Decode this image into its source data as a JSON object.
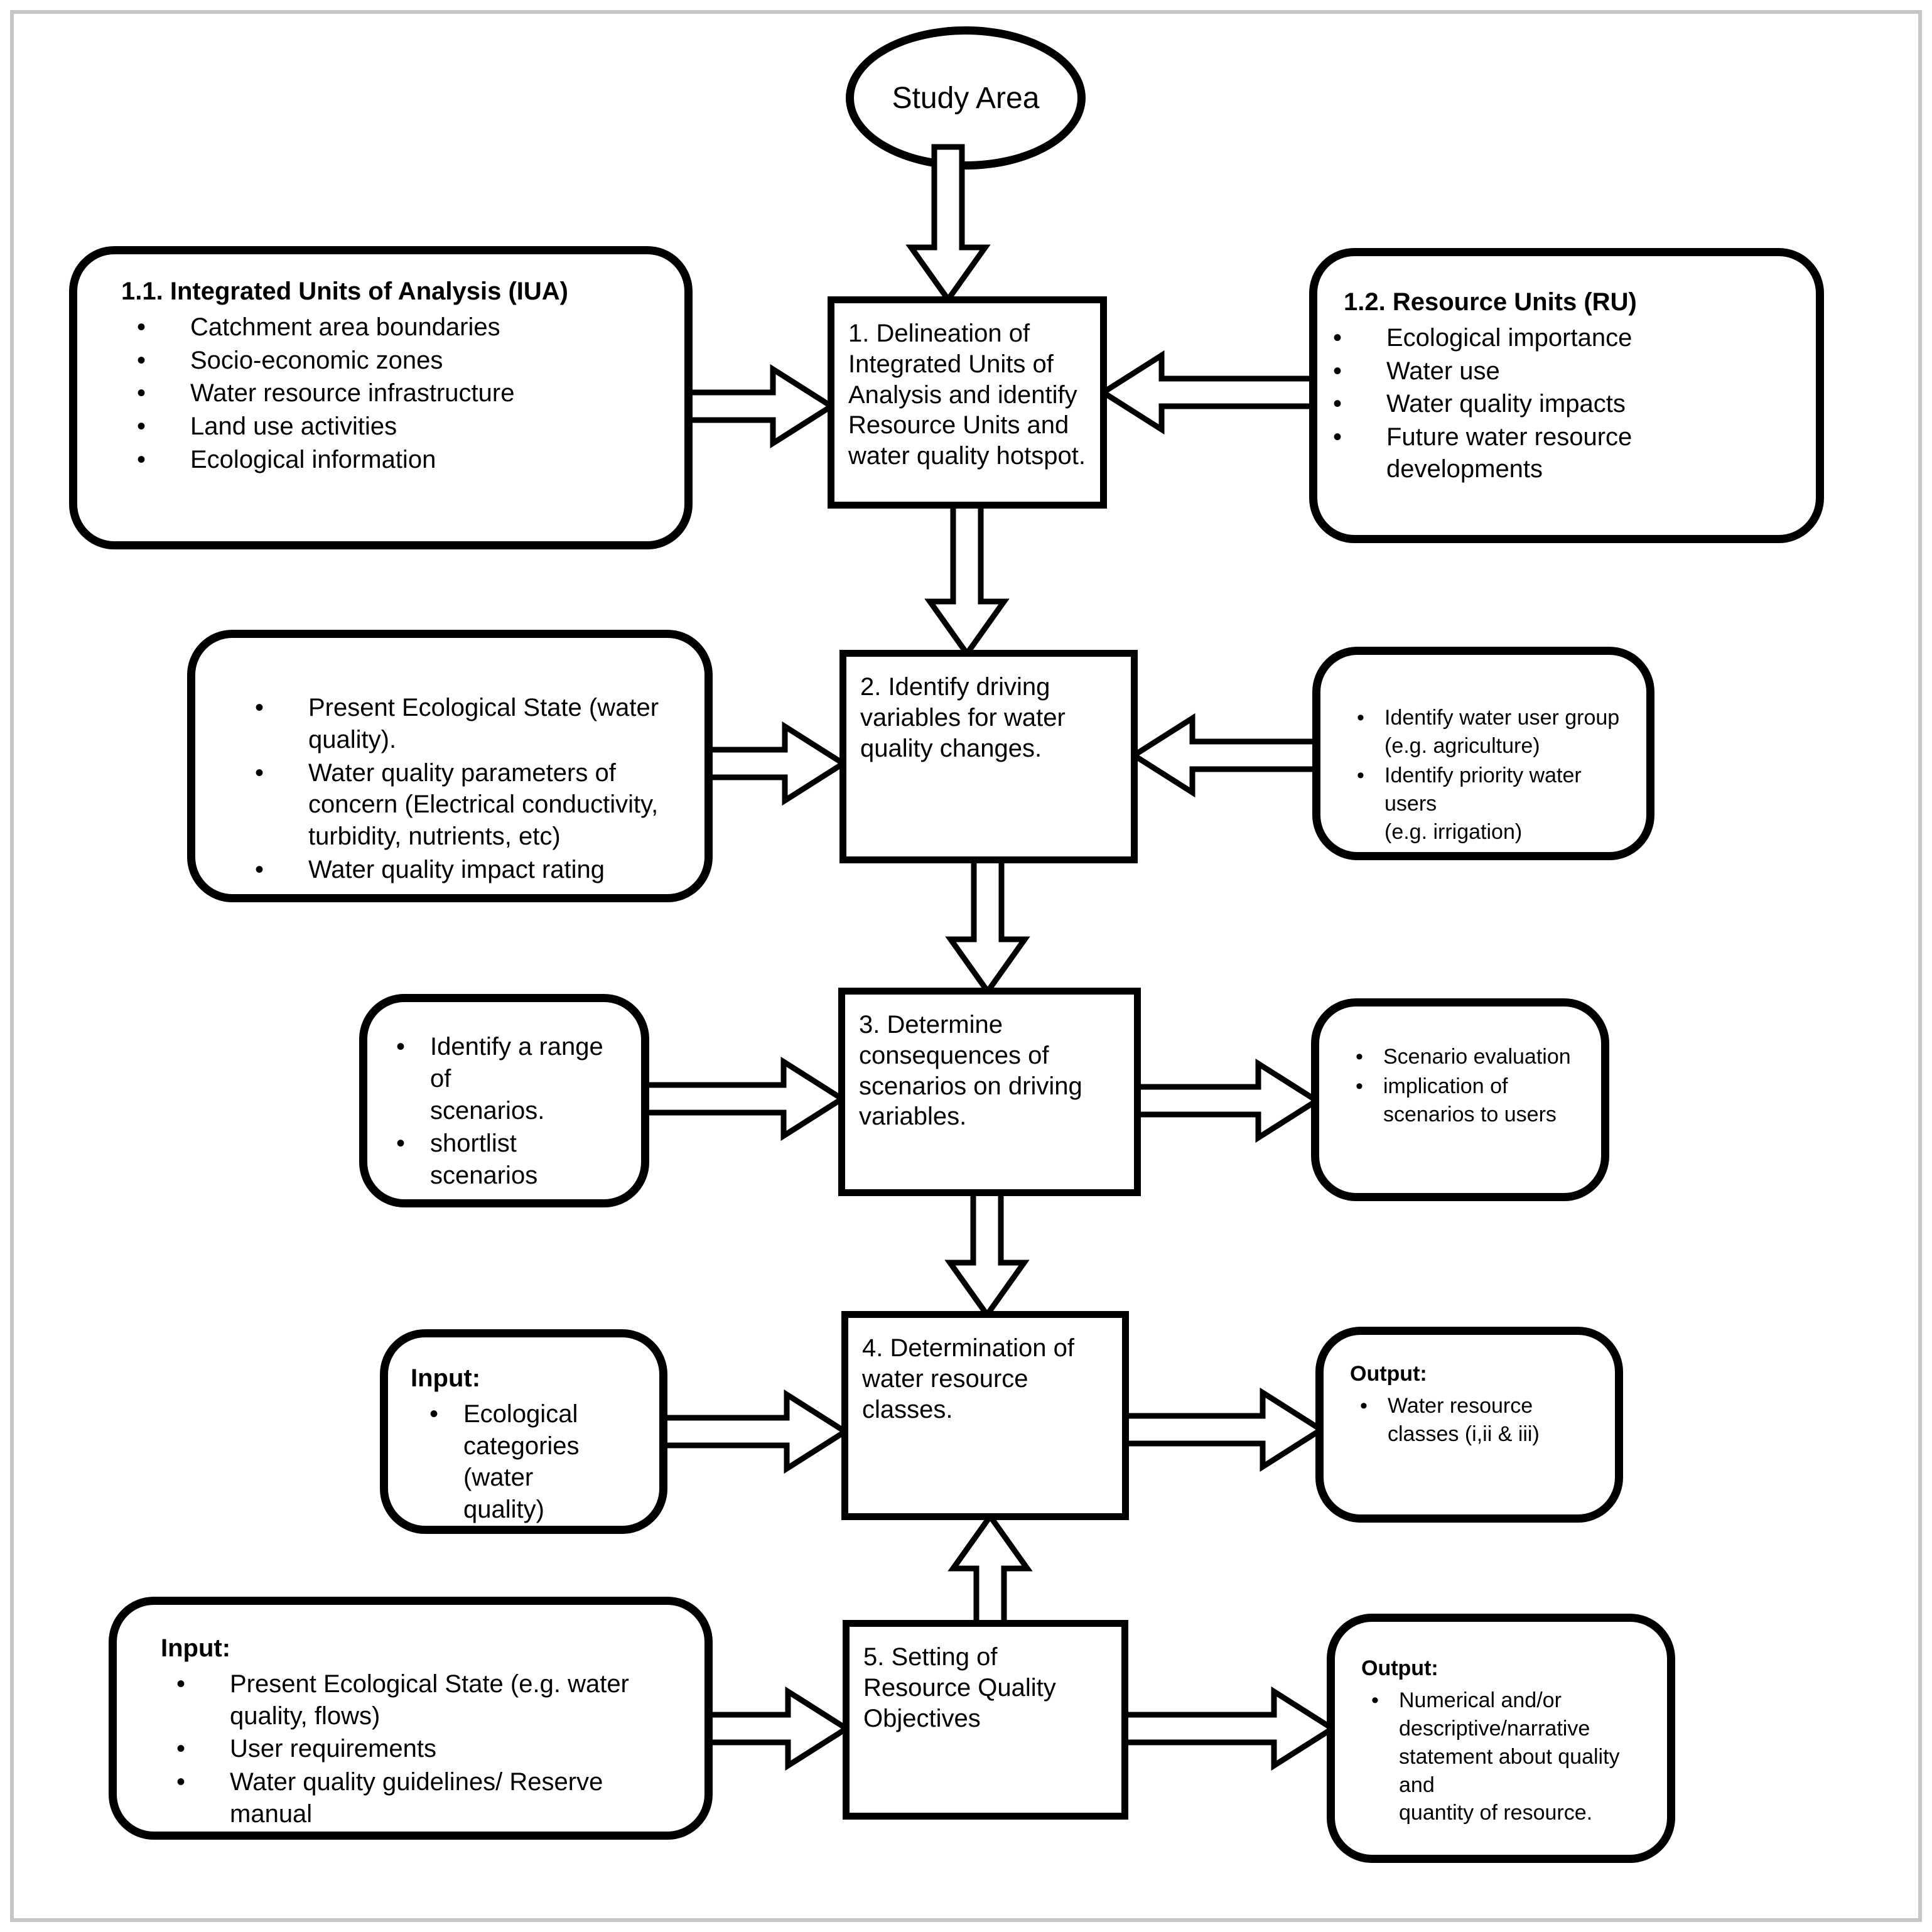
{
  "page": {
    "background": "#ffffff",
    "frame_color": "#c6c6c6",
    "line_color": "#000000",
    "fill_color": "#ffffff"
  },
  "flowchart": {
    "start_label": "Study Area",
    "rows": [
      {
        "left": {
          "title": "1.1. Integrated Units of Analysis (IUA)",
          "bullets": [
            "Catchment area boundaries",
            "Socio-economic zones",
            "Water resource infrastructure",
            "Land use activities",
            "Ecological information"
          ]
        },
        "center": "1. Delineation of\nIntegrated Units of\nAnalysis and identify\nResource Units and\nwater quality hotspot.",
        "right": {
          "title": "1.2. Resource Units (RU)",
          "bullets": [
            "Ecological importance",
            "Water use",
            "Water quality impacts",
            "Future water resource\ndevelopments"
          ]
        }
      },
      {
        "left": {
          "bullets": [
            "Present Ecological State (water\nquality).",
            "Water quality parameters of\nconcern (Electrical conductivity,\nturbidity, nutrients, etc)",
            "Water quality impact rating"
          ]
        },
        "center": "2. Identify driving\nvariables for water\nquality changes.",
        "right": {
          "bullets": [
            "Identify water user group\n(e.g. agriculture)",
            "Identify priority water users\n(e.g. irrigation)"
          ]
        }
      },
      {
        "left": {
          "bullets": [
            "Identify a range of\nscenarios.",
            "shortlist scenarios"
          ]
        },
        "center": "3. Determine\nconsequences of\nscenarios on driving\nvariables.",
        "right": {
          "bullets": [
            "Scenario evaluation",
            "implication of\nscenarios to users"
          ]
        }
      },
      {
        "left": {
          "title": "Input:",
          "bullets": [
            "Ecological\ncategories (water\nquality)"
          ]
        },
        "center": "4. Determination of\nwater resource\nclasses.",
        "right": {
          "title": "Output:",
          "bullets": [
            "Water resource\nclasses (i,ii & iii)"
          ]
        }
      },
      {
        "left": {
          "title": "Input:",
          "bullets": [
            "Present Ecological State (e.g. water\nquality, flows)",
            "User requirements",
            "Water quality guidelines/ Reserve\nmanual"
          ]
        },
        "center": "5. Setting of\nResource Quality\nObjectives",
        "right": {
          "title": "Output:",
          "bullets": [
            "Numerical and/or\ndescriptive/narrative\nstatement about quality and\nquantity of resource."
          ]
        }
      }
    ]
  }
}
